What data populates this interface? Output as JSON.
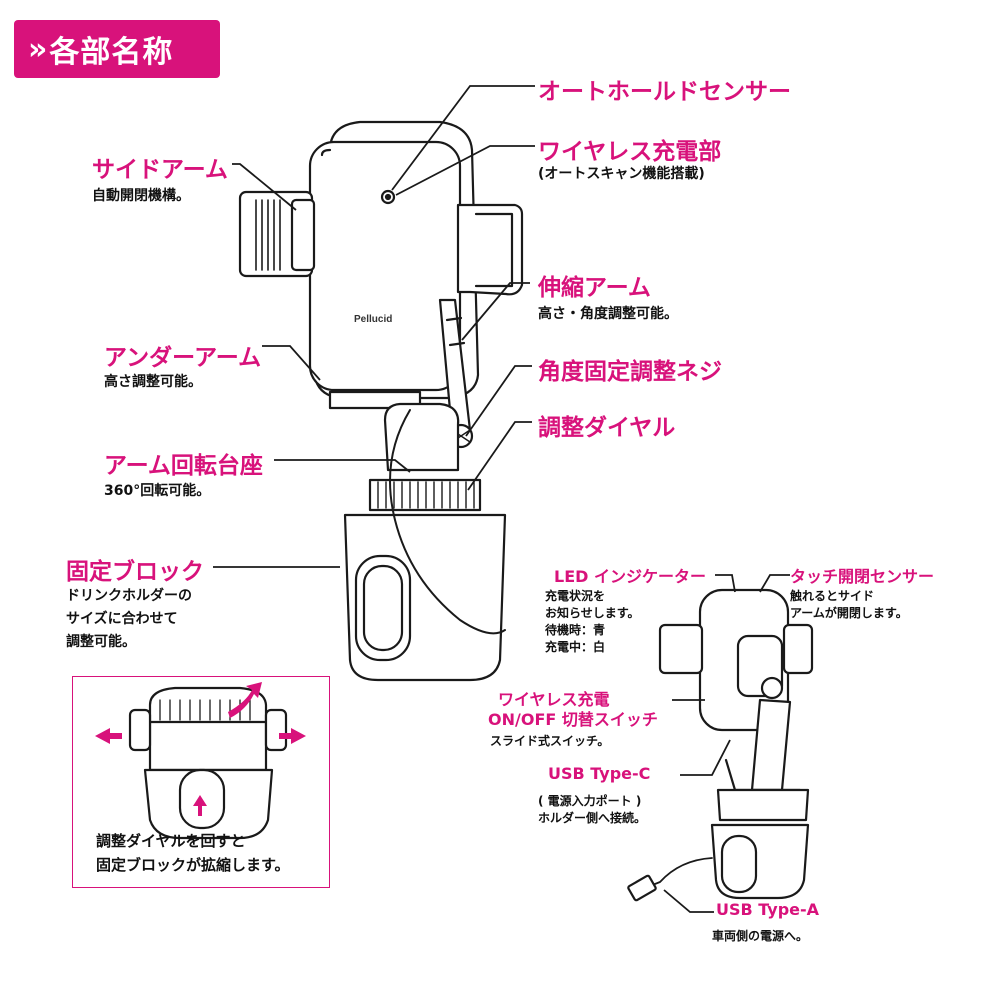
{
  "header": {
    "chevron": "»",
    "title": "各部名称"
  },
  "colors": {
    "accent": "#d8127b",
    "line": "#1a1a1a"
  },
  "labels": {
    "auto_hold_sensor": "オートホールドセンサー",
    "wireless_charging": "ワイヤレス充電部",
    "wireless_charging_desc": "(オートスキャン機能搭載)",
    "side_arm": "サイドアーム",
    "side_arm_desc": "自動開閉機構。",
    "telescopic_arm": "伸縮アーム",
    "telescopic_arm_desc": "高さ・角度調整可能。",
    "under_arm": "アンダーアーム",
    "under_arm_desc": "高さ調整可能。",
    "angle_screw": "角度固定調整ネジ",
    "adjust_dial": "調整ダイヤル",
    "arm_base": "アーム回転台座",
    "arm_base_desc": "360°回転可能。",
    "fixed_block": "固定ブロック",
    "fixed_block_desc": [
      "ドリンクホルダーの",
      "サイズに合わせて",
      "調整可能。"
    ],
    "led_indicator": "LED インジケーター",
    "led_indicator_desc": [
      "充電状況を",
      "お知らせします。",
      "待機時：青",
      "充電中：白"
    ],
    "touch_sensor": "タッチ開閉センサー",
    "touch_sensor_desc": [
      "触れるとサイド",
      "アームが開閉します。"
    ],
    "wireless_switch": [
      "ワイヤレス充電",
      "ON/OFF 切替スイッチ"
    ],
    "wireless_switch_desc": "スライド式スイッチ。",
    "usb_c": "USB Type-C",
    "usb_c_desc": [
      "( 電源入力ポート )",
      "ホルダー側へ接続。"
    ],
    "usb_a": "USB Type-A",
    "usb_a_desc": "車両側の電源へ。",
    "detail_caption": [
      "調整ダイヤルを回すと",
      "固定ブロックが拡縮します。"
    ],
    "brand_mark": "Pellucid"
  }
}
